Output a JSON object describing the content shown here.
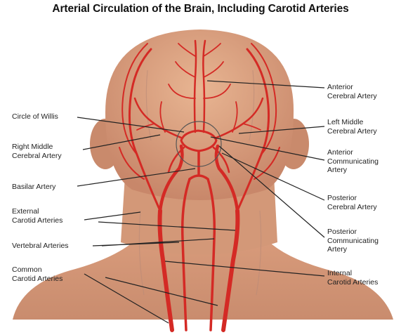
{
  "title": "Arterial Circulation of the Brain, Including Carotid Arteries",
  "colors": {
    "skin": "#d9a07e",
    "artery": "#d42a25",
    "leader": "#222222"
  },
  "labels": {
    "circle_of_willis": "Circle of Willis",
    "right_middle_cerebral": "Right Middle\nCerebral Artery",
    "basilar": "Basilar Artery",
    "external_carotid": "External\nCarotid Arteries",
    "vertebral": "Vertebral Arteries",
    "common_carotid": "Common\nCarotid Arteries",
    "anterior_cerebral": "Anterior\nCerebral Artery",
    "left_middle_cerebral": "Left Middle\nCerebral Artery",
    "anterior_communicating": "Anterior\nCommunicating\nArtery",
    "posterior_cerebral": "Posterior\nCerebral Artery",
    "posterior_communicating": "Posterior\nCommunicating\nArtery",
    "internal_carotid": "Internal\nCarotid Arteries"
  }
}
